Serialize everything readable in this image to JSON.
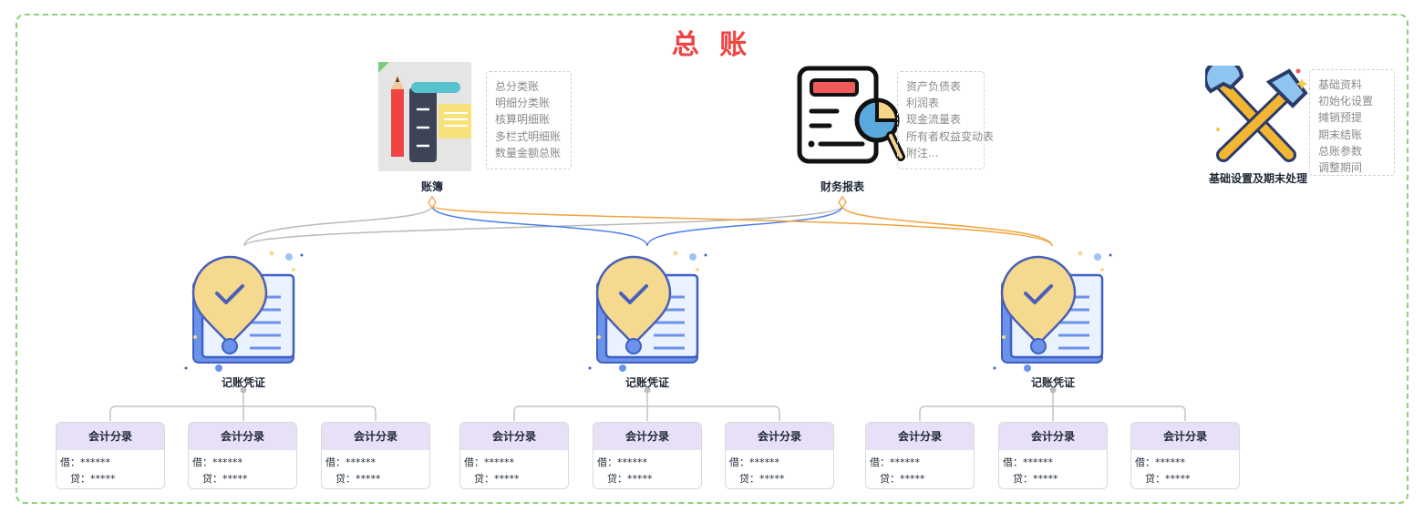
{
  "title": "总 账",
  "ledger": {
    "label": "账簿",
    "items": [
      "总分类账",
      "明细分类账",
      "核算明细账",
      "多栏式明细账",
      "数量金额总账"
    ]
  },
  "report": {
    "label": "财务报表",
    "items": [
      "资产负债表",
      "利润表",
      "现金流量表",
      "所有者权益变动表",
      "附注..."
    ]
  },
  "settings": {
    "label": "基础设置及期末处理",
    "items": [
      "基础资料",
      "初始化设置",
      "摊销预提",
      "期末结账",
      "总账参数",
      "调整期间"
    ]
  },
  "vouchers": [
    {
      "label": "记账凭证",
      "entries": [
        {
          "title": "会计分录",
          "debit": "借：******",
          "credit": "贷：*****"
        },
        {
          "title": "会计分录",
          "debit": "借：******",
          "credit": "贷：*****"
        },
        {
          "title": "会计分录",
          "debit": "借：******",
          "credit": "贷：*****"
        }
      ]
    },
    {
      "label": "记账凭证",
      "entries": [
        {
          "title": "会计分录",
          "debit": "借：******",
          "credit": "贷：*****"
        },
        {
          "title": "会计分录",
          "debit": "借：******",
          "credit": "贷：*****"
        },
        {
          "title": "会计分录",
          "debit": "借：******",
          "credit": "贷：*****"
        }
      ]
    },
    {
      "label": "记账凭证",
      "entries": [
        {
          "title": "会计分录",
          "debit": "借：******",
          "credit": "贷：*****"
        },
        {
          "title": "会计分录",
          "debit": "借：******",
          "credit": "贷：*****"
        },
        {
          "title": "会计分录",
          "debit": "借：******",
          "credit": "贷：*****"
        }
      ]
    }
  ],
  "colors": {
    "title": "#ef4444",
    "frame": "#8fd17a",
    "link_gray": "#b9b9b9",
    "link_blue": "#4f7cf0",
    "link_orange": "#f1a33c",
    "entry_header": "#e7e0f7"
  }
}
